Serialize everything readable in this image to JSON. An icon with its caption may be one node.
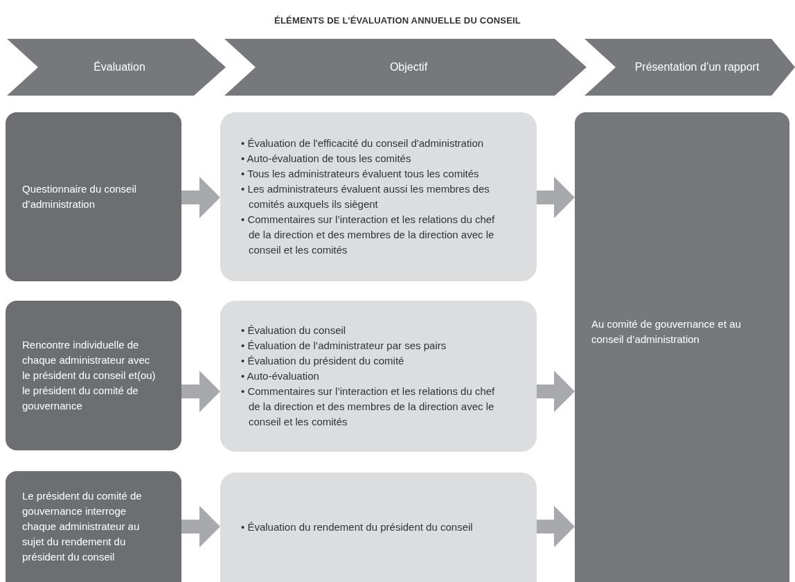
{
  "diagram": {
    "title": "ÉLÉMENTS DE L’ÉVALUATION ANNUELLE DU CONSEIL",
    "nodes": [
      {
        "text": [
          "Évaluation"
        ]
      },
      {
        "text": [
          "Objectif"
        ]
      },
      {
        "text": [
          "Présentation d’un rapport"
        ]
      },
      {
        "text": [
          "Questionnaire du conseil d’administration"
        ]
      },
      {
        "text": [
          "• Évaluation de l'efficacité du conseil d'administration",
          "• Auto-évaluation de tous les comités",
          "• Tous les administrateurs évaluent tous les comités",
          "• Les administrateurs évaluent aussi les membres des comités auxquels ils siègent",
          "• Commentaires sur l’interaction et les relations du chef de la direction et des membres de la direction avec le conseil et les comités"
        ]
      },
      {
        "text": [
          "Rencontre individuelle de chaque administrateur avec le président du conseil et(ou) le président du comité de gouvernance"
        ]
      },
      {
        "text": [
          "• Évaluation du conseil",
          "• Évaluation de l’administrateur par ses pairs",
          "• Évaluation du président du comité",
          "• Auto-évaluation",
          "• Commentaires sur l’interaction et les relations du chef de la direction et des membres de la direction avec le conseil et les comités"
        ]
      },
      {
        "text": [
          "Le président du comité de gouvernance interroge chaque administrateur au sujet du rendement du président du conseil"
        ]
      },
      {
        "text": [
          "• Évaluation du rendement du président du conseil"
        ]
      },
      {
        "text": [
          "Au comité de gouvernance et au conseil d’administration"
        ]
      }
    ],
    "edges": [
      {
        "from": 3,
        "to": 4,
        "arrow": "to"
      },
      {
        "from": 4,
        "to": 9,
        "arrow": "to"
      },
      {
        "from": 5,
        "to": 6,
        "arrow": "to"
      },
      {
        "from": 6,
        "to": 9,
        "arrow": "to"
      },
      {
        "from": 7,
        "to": 8,
        "arrow": "to"
      },
      {
        "from": 8,
        "to": 9,
        "arrow": "to"
      }
    ]
  }
}
